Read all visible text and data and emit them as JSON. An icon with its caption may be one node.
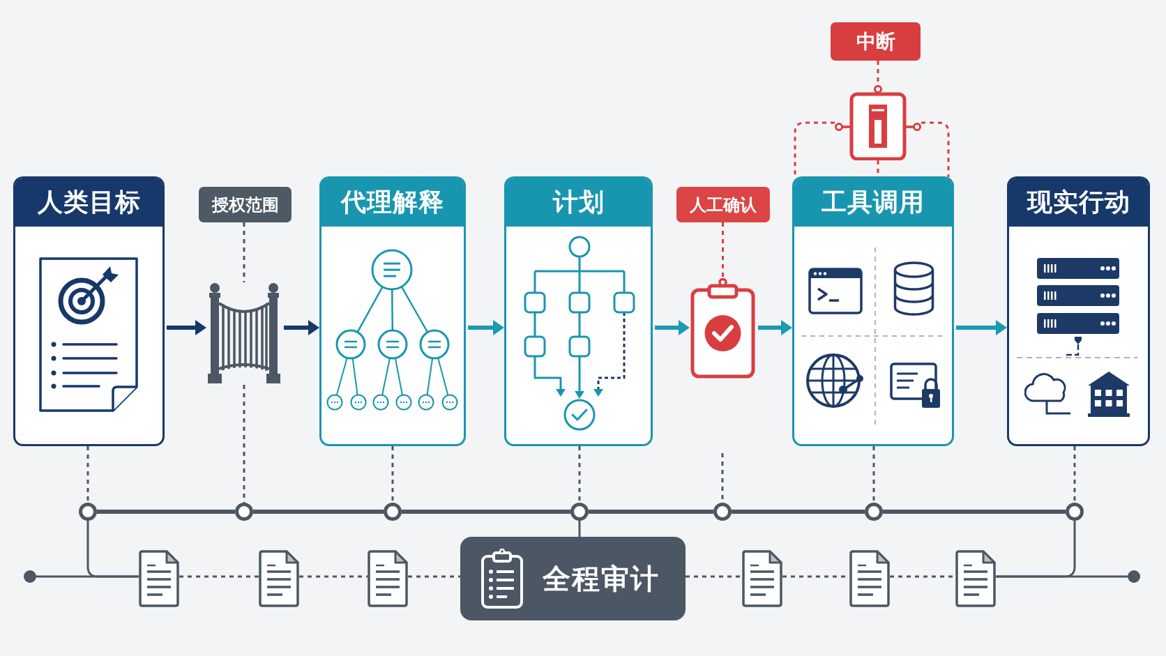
{
  "diagram": {
    "nodes": [
      {
        "text": [
          "人类目标"
        ]
      },
      {
        "text": [
          "授权范围"
        ]
      },
      {
        "text": [],
        "shape": "picture"
      },
      {
        "text": [
          "代理解释"
        ]
      },
      {
        "text": [
          "计划"
        ]
      },
      {
        "text": [
          "人工确认"
        ]
      },
      {
        "text": [],
        "shape": "picture"
      },
      {
        "text": [
          "中断"
        ]
      },
      {
        "text": [],
        "shape": "picture"
      },
      {
        "text": [
          "工具调用"
        ]
      },
      {
        "text": [
          "现实行动"
        ]
      },
      {
        "text": [],
        "shape": "circle"
      },
      {
        "text": [],
        "shape": "circle"
      },
      {
        "text": [],
        "shape": "circle"
      },
      {
        "text": [],
        "shape": "circle"
      },
      {
        "text": [],
        "shape": "circle"
      },
      {
        "text": [],
        "shape": "circle"
      },
      {
        "text": [],
        "shape": "circle"
      },
      {
        "text": [],
        "shape": "circle"
      },
      {
        "text": [],
        "shape": "document"
      },
      {
        "text": [],
        "shape": "document"
      },
      {
        "text": [],
        "shape": "document"
      },
      {
        "text": [
          "全程审计"
        ]
      },
      {
        "text": [],
        "shape": "document"
      },
      {
        "text": [],
        "shape": "document"
      },
      {
        "text": [],
        "shape": "document"
      },
      {
        "text": [],
        "shape": "circle"
      }
    ],
    "edges": [
      {
        "from": 0,
        "to": 2,
        "arrow": "to",
        "style": "thick",
        "color": "#17386a"
      },
      {
        "from": 2,
        "to": 3,
        "arrow": "to",
        "style": "thick",
        "color": "#17386a"
      },
      {
        "from": 3,
        "to": 4,
        "arrow": "to",
        "style": "thick",
        "color": "#1b9ab3"
      },
      {
        "from": 4,
        "to": 6,
        "arrow": "to",
        "style": "thick",
        "color": "#1b9ab3"
      },
      {
        "from": 6,
        "to": 9,
        "arrow": "to",
        "style": "thick",
        "color": "#1b9ab3"
      },
      {
        "from": 9,
        "to": 10,
        "arrow": "to",
        "style": "thick",
        "color": "#1b9ab3"
      },
      {
        "from": 1,
        "to": 2,
        "arrow": "none",
        "style": "dashed"
      },
      {
        "from": 5,
        "to": 6,
        "arrow": "none",
        "style": "dashed",
        "color": "#d83e40"
      },
      {
        "from": 7,
        "to": 8,
        "arrow": "none",
        "style": "dashed",
        "color": "#d83e40"
      },
      {
        "from": 8,
        "to": 9,
        "arrow": "none",
        "style": "dashed",
        "color": "#d83e40"
      },
      {
        "from": 8,
        "to": 9,
        "arrow": "none",
        "style": "dashed",
        "color": "#d83e40"
      },
      {
        "from": 8,
        "to": 9,
        "arrow": "none",
        "style": "dashed",
        "color": "#d83e40"
      },
      {
        "from": 0,
        "to": 11,
        "arrow": "none",
        "style": "dashed"
      },
      {
        "from": 2,
        "to": 12,
        "arrow": "none",
        "style": "dashed"
      },
      {
        "from": 3,
        "to": 13,
        "arrow": "none",
        "style": "dashed"
      },
      {
        "from": 4,
        "to": 14,
        "arrow": "none",
        "style": "dashed"
      },
      {
        "from": null,
        "to": 15,
        "arrow": "none",
        "style": "dashed"
      },
      {
        "from": 9,
        "to": 16,
        "arrow": "none",
        "style": "dashed"
      },
      {
        "from": 10,
        "to": 17,
        "arrow": "none",
        "style": "dashed"
      },
      {
        "from": 11,
        "to": 12,
        "arrow": "none",
        "style": "thick"
      },
      {
        "from": 12,
        "to": 13,
        "arrow": "none",
        "style": "thick"
      },
      {
        "from": 13,
        "to": 14,
        "arrow": "none",
        "style": "thick"
      },
      {
        "from": 14,
        "to": 15,
        "arrow": "none",
        "style": "thick"
      },
      {
        "from": 15,
        "to": 16,
        "arrow": "none",
        "style": "thick"
      },
      {
        "from": 16,
        "to": 17,
        "arrow": "none",
        "style": "thick"
      },
      {
        "from": 14,
        "to": 22,
        "arrow": "none"
      },
      {
        "from": 18,
        "to": 19,
        "arrow": "none"
      },
      {
        "from": 11,
        "to": 19,
        "arrow": "none"
      },
      {
        "from": 19,
        "to": 20,
        "arrow": "none",
        "style": "dashed"
      },
      {
        "from": 20,
        "to": 21,
        "arrow": "none",
        "style": "dashed"
      },
      {
        "from": 21,
        "to": 22,
        "arrow": "none",
        "style": "dashed"
      },
      {
        "from": 22,
        "to": 23,
        "arrow": "none",
        "style": "dashed"
      },
      {
        "from": 23,
        "to": 24,
        "arrow": "none",
        "style": "dashed"
      },
      {
        "from": 24,
        "to": 25,
        "arrow": "none",
        "style": "dashed"
      },
      {
        "from": 25,
        "to": 26,
        "arrow": "none"
      },
      {
        "from": 17,
        "to": 25,
        "arrow": "none"
      }
    ]
  }
}
